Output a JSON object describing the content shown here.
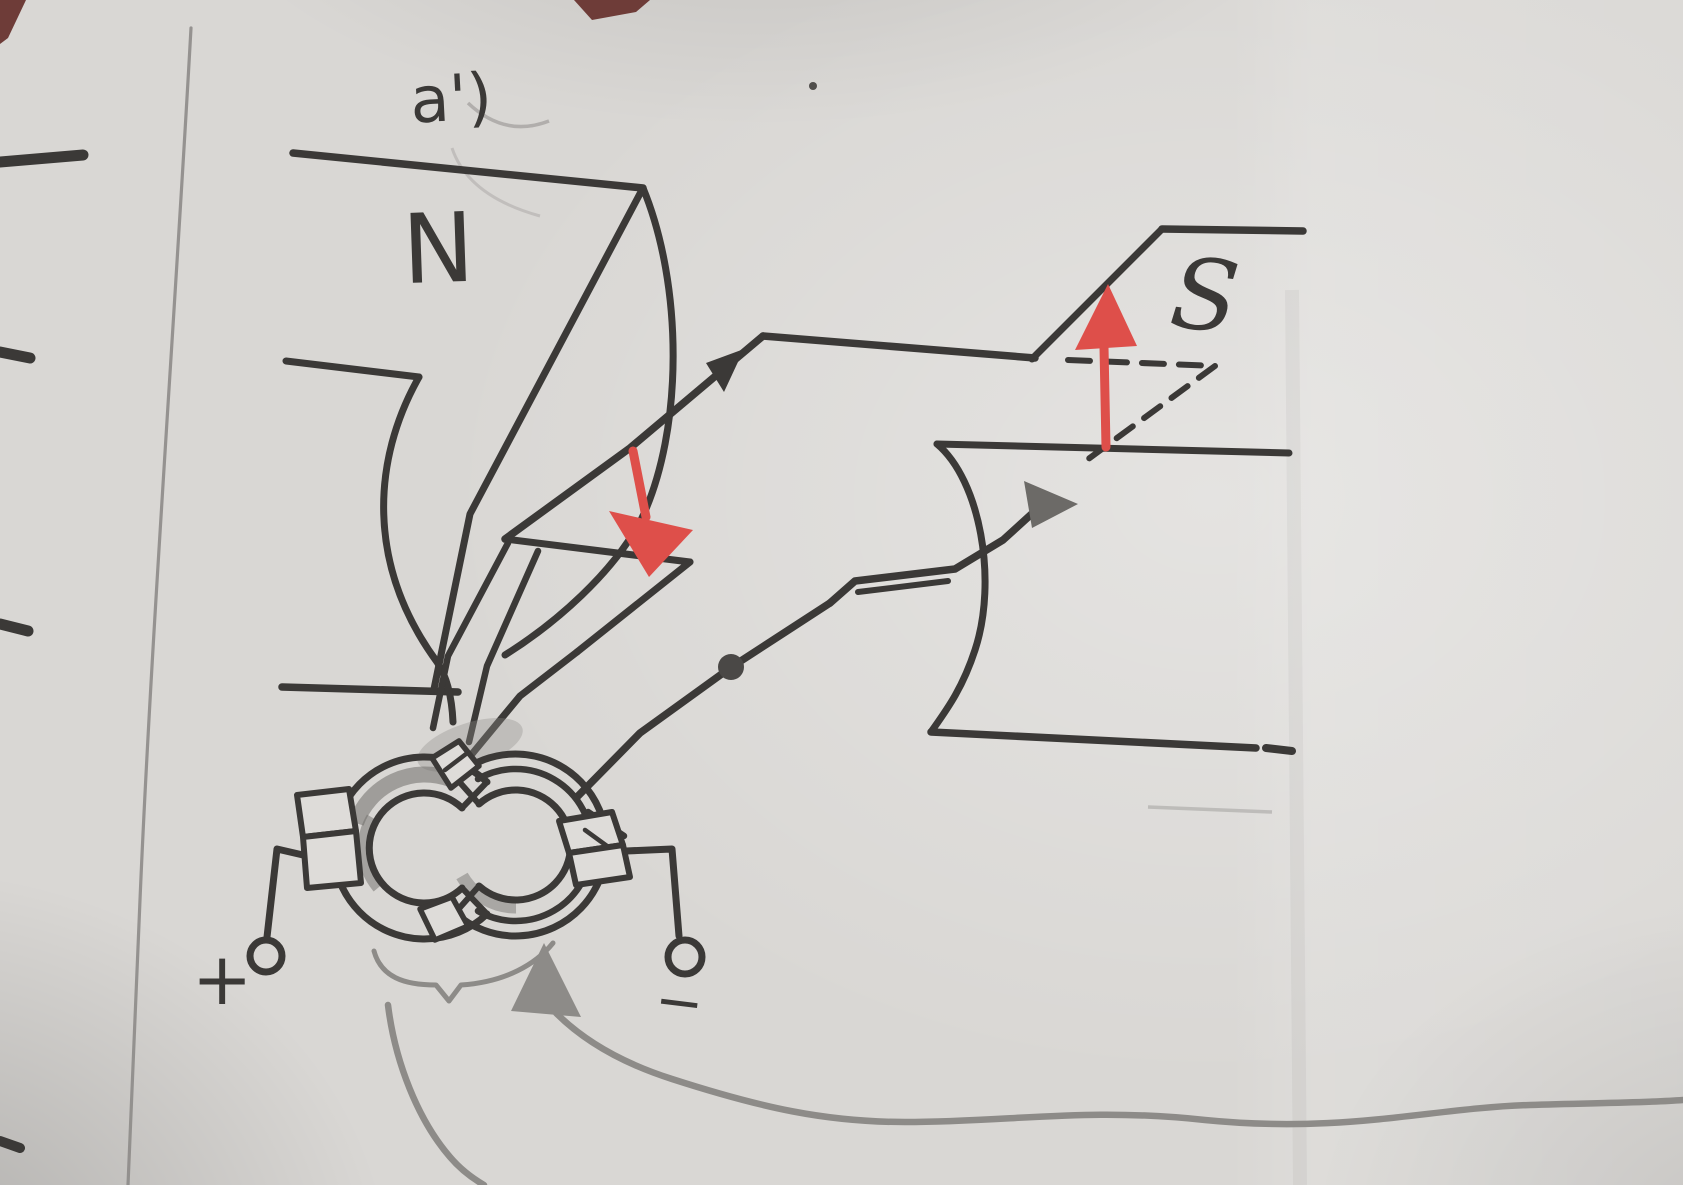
{
  "figure_label": "a')",
  "labels": {
    "north_pole": "N",
    "south_pole": "S",
    "positive_terminal": "+",
    "negative_terminal": "−"
  },
  "colors": {
    "ink": "#3b3937",
    "pencil": "#8d8b88",
    "pencil_dark": "#6f6d6a",
    "force_red": "#de4f4a",
    "paper": "#d9d7d4",
    "mark_red": "#6e3c38"
  }
}
